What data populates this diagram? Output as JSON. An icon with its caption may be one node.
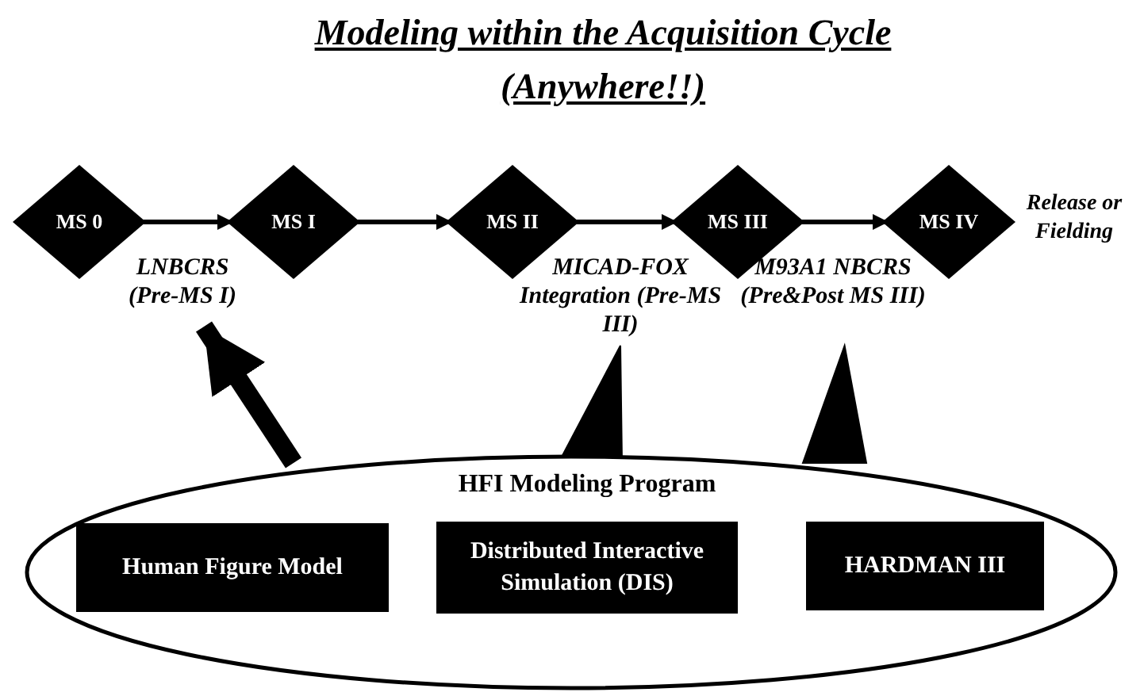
{
  "diagram": {
    "title": "Modeling within the Acquisition Cycle (Anywhere!!)",
    "nodes": [
      {
        "text": [
          "MS 0"
        ]
      },
      {
        "text": [
          "MS I"
        ]
      },
      {
        "text": [
          "MS II"
        ]
      },
      {
        "text": [
          "MS III"
        ]
      },
      {
        "text": [
          "MS IV"
        ],
        "beside": [
          "Release or Fielding"
        ]
      },
      {
        "text": [
          "LNBCRS (Pre-MS I)"
        ]
      },
      {
        "text": [
          "MICAD-FOX Integration (Pre-MS III)"
        ]
      },
      {
        "text": [
          "M93A1 NBCRS (Pre&Post MS III)"
        ]
      },
      {
        "text": [
          "HFI Modeling Program"
        ]
      },
      {
        "text": [
          "Human Figure Model"
        ],
        "in": 8
      },
      {
        "text": [
          "Distributed Interactive Simulation (DIS)"
        ],
        "in": 8
      },
      {
        "text": [
          "HARDMAN III"
        ],
        "in": 8
      }
    ],
    "edges": [
      {
        "from": 0,
        "to": 1,
        "arrow": "to"
      },
      {
        "from": 1,
        "to": 2,
        "arrow": "to"
      },
      {
        "from": 2,
        "to": 3,
        "arrow": "to"
      },
      {
        "from": 3,
        "to": 4,
        "arrow": "to"
      },
      {
        "from": 8,
        "to": 5,
        "arrow": "to",
        "style": "thick"
      },
      {
        "from": 8,
        "to": 6,
        "arrow": "to",
        "style": "thick"
      },
      {
        "from": 8,
        "to": 7,
        "arrow": "to",
        "style": "thick"
      }
    ]
  }
}
